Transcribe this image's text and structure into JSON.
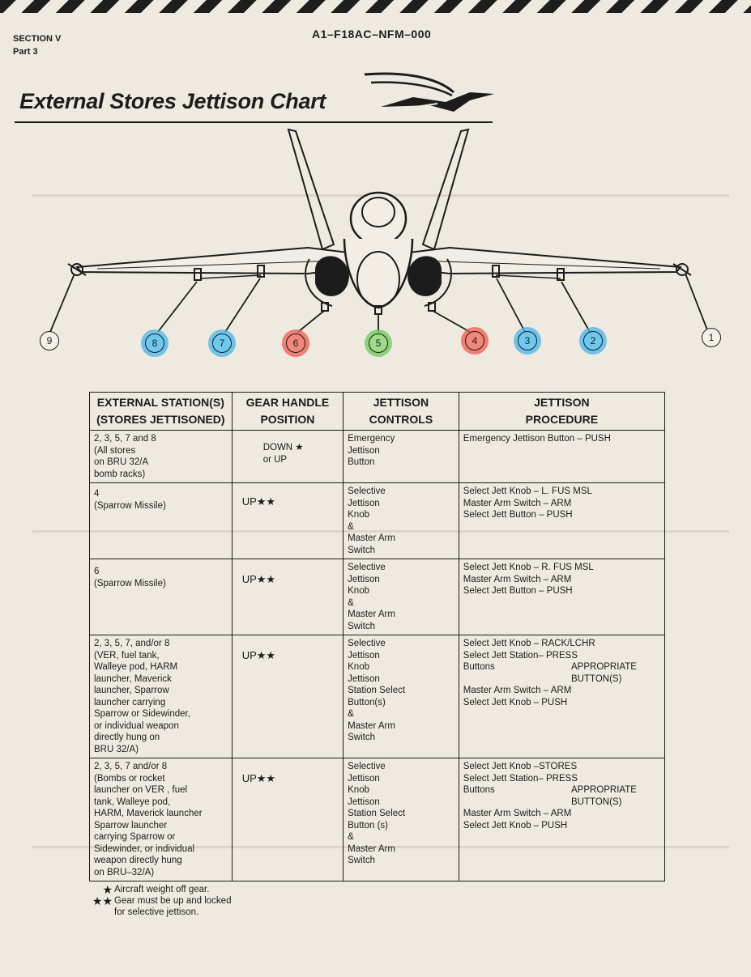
{
  "header": {
    "section": "SECTION V",
    "part": "Part 3",
    "document_number": "A1–F18AC–NFM–000"
  },
  "title": "External Stores Jettison Chart",
  "stations": [
    {
      "number": "1",
      "highlight": "none"
    },
    {
      "number": "2",
      "highlight": "blue"
    },
    {
      "number": "3",
      "highlight": "blue"
    },
    {
      "number": "4",
      "highlight": "red"
    },
    {
      "number": "5",
      "highlight": "green"
    },
    {
      "number": "6",
      "highlight": "red"
    },
    {
      "number": "7",
      "highlight": "blue"
    },
    {
      "number": "8",
      "highlight": "blue"
    },
    {
      "number": "9",
      "highlight": "none"
    }
  ],
  "table": {
    "headers": {
      "stations": "EXTERNAL STATION(S)\n(STORES JETTISONED)",
      "gear": "GEAR HANDLE\nPOSITION",
      "controls": "JETTISON\nCONTROLS",
      "procedure": "JETTISON\nPROCEDURE"
    },
    "rows": [
      {
        "stations": "2, 3, 5, 7 and 8\n(All stores\non BRU 32/A\nbomb racks)",
        "gear": "DOWN ★\nor UP",
        "controls": "Emergency\nJettison\nButton",
        "procedure": "Emergency Jettison Button – PUSH"
      },
      {
        "stations": "4\n(Sparrow Missile)",
        "gear": "UP★★",
        "controls": "Selective\nJettison\nKnob\n&\nMaster Arm\nSwitch",
        "procedure": "Select Jett Knob – L. FUS MSL\nMaster Arm Switch – ARM\nSelect Jett Button – PUSH"
      },
      {
        "stations": "6\n(Sparrow Missile)",
        "gear": "UP★★",
        "controls": "Selective\nJettison\nKnob\n&\nMaster Arm\nSwitch",
        "procedure": "Select Jett Knob – R. FUS MSL\nMaster Arm Switch – ARM\nSelect Jett Button – PUSH"
      },
      {
        "stations": "2, 3, 5, 7, and/or 8\n(VER, fuel tank,\nWalleye pod, HARM\nlauncher, Maverick\nlauncher, Sparrow\nlauncher carrying\nSparrow or Sidewinder,\nor individual weapon\ndirectly hung on\nBRU 32/A)",
        "gear": "UP★★",
        "controls": "Selective\nJettison\nKnob\nJettison\nStation Select\nButton(s)\n&\nMaster Arm\nSwitch",
        "procedure_a": "Select Jett Knob – RACK/LCHR",
        "procedure_b": "Select  Jett Station– PRESS",
        "procedure_c_left": "Buttons",
        "procedure_c_right": "APPROPRIATE\nBUTTON(S)",
        "procedure_d": "Master Arm Switch – ARM\nSelect Jett Knob – PUSH"
      },
      {
        "stations": "2, 3, 5, 7 and/or 8\n(Bombs or rocket\nlauncher on VER , fuel\ntank, Walleye pod,\nHARM, Maverick launcher\nSparrow launcher\ncarrying Sparrow or\nSidewinder, or individual\nweapon directly hung\non BRU–32/A)",
        "gear": "UP★★",
        "controls": "Selective\nJettison\nKnob\nJettison\nStation Select\nButton (s)\n&\nMaster Arm\nSwitch",
        "procedure_a": "Select Jett Knob –STORES",
        "procedure_b": "Select  Jett Station– PRESS",
        "procedure_c_left": "Buttons",
        "procedure_c_right": "APPROPRIATE\nBUTTON(S)",
        "procedure_d": "Master Arm Switch – ARM\nSelect Jett Knob – PUSH"
      }
    ]
  },
  "legend": [
    {
      "symbol": "★",
      "text": "Aircraft  weight  off  gear."
    },
    {
      "symbol": "★★",
      "text": "Gear  must  be  up  and  locked\nfor  selective  jettison."
    }
  ]
}
